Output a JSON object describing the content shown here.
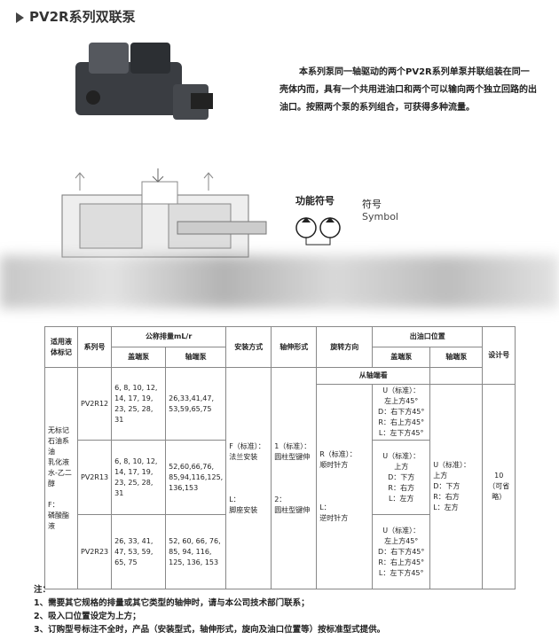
{
  "title": "PV2R系列双联泵",
  "description": "本系列泵同一轴驱动的两个PV2R系列单泵并联组装在同一壳体内而，具有一个共用进油口和两个可以输向两个独立回路的出油口。按照两个泵的系列组合，可获得多种流量。",
  "symbol": {
    "label_cn": "功能符号",
    "label_cn2": "符号",
    "label_en": "Symbol"
  },
  "table": {
    "headers": {
      "fluid": "适用液体标记",
      "series": "系列号",
      "displacement": "公称排量mL/r",
      "cover_pump": "盖端泵",
      "shaft_pump": "轴端泵",
      "mounting": "安装方式",
      "shaft": "轴伸形式",
      "rotation": "旋转方向",
      "outlet": "出油口位置",
      "outlet_cover": "盖端泵",
      "outlet_shaft": "轴端泵",
      "design": "设计号",
      "view": "从轴端看"
    },
    "fluid": [
      "无标记",
      "石油系油",
      "乳化液",
      "水-乙二醇",
      "F：",
      "磷酸酯液"
    ],
    "rows": [
      {
        "series": "PV2R12",
        "cover": "6, 8, 10, 12, 14, 17, 19, 23, 25, 28, 31",
        "shaft": "26,33,41,47, 53,59,65,75",
        "outlet_cover": [
          "U（标准）：",
          "左上方45°",
          "D：右下方45°",
          "R：右上方45°",
          "L：左下方45°"
        ]
      },
      {
        "series": "PV2R13",
        "cover": "6, 8, 10, 12, 14, 17, 19, 23, 25, 28, 31",
        "shaft": "52,60,66,76, 85,94,116,125, 136,153",
        "outlet_cover": [
          "U（标准）：",
          "上方",
          "D：下方",
          "R：右方",
          "L：左方"
        ]
      },
      {
        "series": "PV2R23",
        "cover": "26, 33, 41, 47, 53, 59, 65, 75",
        "shaft": "52, 60, 66, 76, 85, 94, 116, 125, 136, 153",
        "outlet_cover": [
          "U（标准）：",
          "左上方45°",
          "D：右下方45°",
          "R：右上方45°",
          "L：左下方45°"
        ]
      }
    ],
    "mounting": [
      "F（标准）：",
      "法兰安装",
      "L：",
      "脚座安装"
    ],
    "shaft_type": [
      "1（标准）：",
      "圆柱型键伸",
      "2：",
      "圆柱型键伸"
    ],
    "rotation": [
      "R（标准）：",
      "顺时针方",
      "L：",
      "逆时针方"
    ],
    "outlet_shaft": [
      "U（标准）：",
      "上方",
      "D：下方",
      "R：右方",
      "L：左方"
    ],
    "design": [
      "10",
      "（可省略）"
    ]
  },
  "notes": {
    "heading": "注：",
    "items": [
      "1、需要其它规格的排量或其它类型的轴伸时，请与本公司技术部门联系；",
      "2、吸入口位置设定为上方；",
      "3、订购型号标注不全时，产品（安装型式，轴伸形式，旋向及油口位置等）按标准型式提供。"
    ]
  }
}
